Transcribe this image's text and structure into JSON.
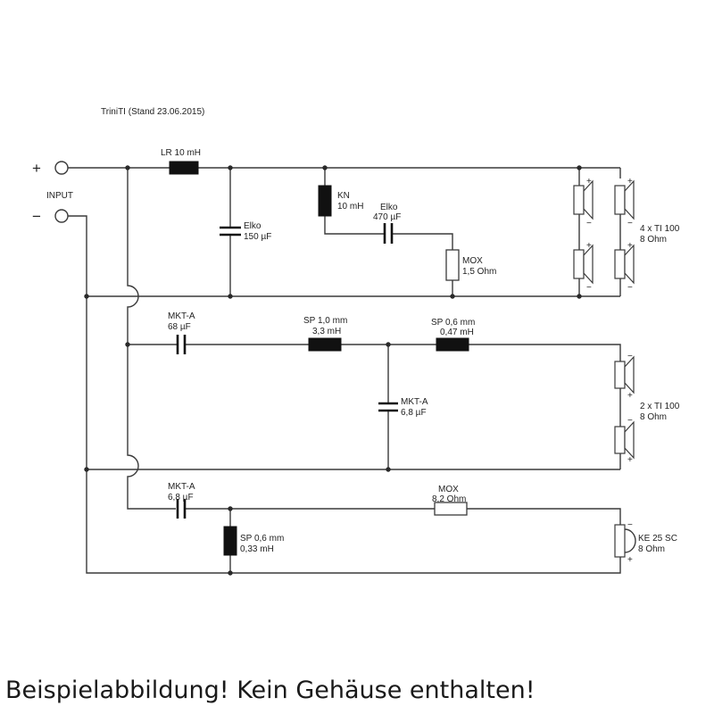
{
  "title": "TriniTI (Stand 23.06.2015)",
  "input": {
    "label": "INPUT",
    "plus": "+",
    "minus": "−"
  },
  "bass": {
    "inductor": "LR 10 mH",
    "cap": [
      "Elko",
      "150 µF"
    ],
    "kn": [
      "KN",
      "10 mH"
    ],
    "elko2": [
      "Elko",
      "470 µF"
    ],
    "mox": [
      "MOX",
      "1,5 Ohm"
    ],
    "speakers": [
      "4 x TI 100",
      "8 Ohm"
    ]
  },
  "mid": {
    "cap1": [
      "MKT-A",
      "68 µF"
    ],
    "ind1": [
      "SP 1,0 mm",
      "3,3 mH"
    ],
    "ind2": [
      "SP 0,6 mm",
      "0,47 mH"
    ],
    "cap2": [
      "MKT-A",
      "6,8 µF"
    ],
    "speakers": [
      "2 x TI 100",
      "8 Ohm"
    ]
  },
  "tweeter": {
    "cap": [
      "MKT-A",
      "6,8 µF"
    ],
    "mox": [
      "MOX",
      "8,2 Ohm"
    ],
    "ind": [
      "SP 0,6 mm",
      "0,33 mH"
    ],
    "speaker": [
      "KE 25 SC",
      "8 Ohm"
    ]
  },
  "polarity": {
    "plus": "+",
    "minus": "−"
  },
  "footer": "Beispielabbildung! Kein Gehäuse enthalten!"
}
